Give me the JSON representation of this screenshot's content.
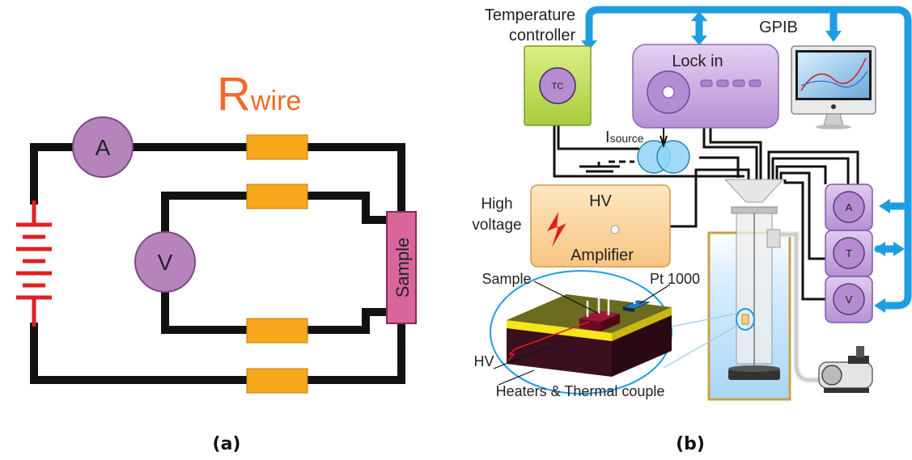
{
  "panel_a": {
    "title_main": "R",
    "title_sub": "wire",
    "ammeter": "A",
    "voltmeter": "V",
    "sample": "Sample",
    "caption": "(a)"
  },
  "panel_b": {
    "temperature_controller_line1": "Temperature",
    "temperature_controller_line2": "controller",
    "tc": "TC",
    "lock_in": "Lock in",
    "gpib": "GPIB",
    "isource_main": "I",
    "isource_sub": "source",
    "high_voltage_line1": "High",
    "high_voltage_line2": "voltage",
    "hv_box_top": "HV",
    "hv_box_bottom": "Amplifier",
    "meter_a": "A",
    "meter_t": "T",
    "meter_v": "V",
    "sample": "Sample",
    "pt1000": "Pt 1000",
    "hv": "HV",
    "heaters": "Heaters & Thermal couple",
    "caption": "(b)"
  },
  "colors": {
    "brand_orange": "#f06a2a",
    "resistor": "#f7a81b",
    "meter": "#b07ab8",
    "sample_box": "#d8669b",
    "gpib_blue": "#1e9ee0",
    "tc_green": "#c8e068",
    "lockin_purple": "#c9a8e0",
    "amplifier_orange": "#fbd7a0"
  }
}
